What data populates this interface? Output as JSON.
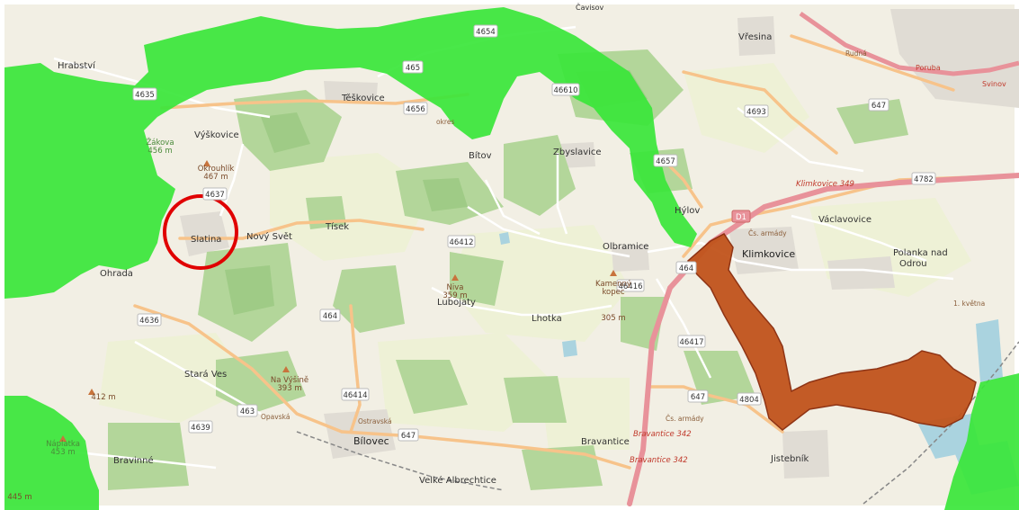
{
  "map": {
    "places": [
      {
        "id": "hrabstvi",
        "label": "Hrabství"
      },
      {
        "id": "vyskovice",
        "label": "Výškovice"
      },
      {
        "id": "teskovice",
        "label": "Těškovice"
      },
      {
        "id": "slatina",
        "label": "Slatina"
      },
      {
        "id": "novy-svet",
        "label": "Nový Svět"
      },
      {
        "id": "tisek",
        "label": "Tísek"
      },
      {
        "id": "bitov",
        "label": "Bítov"
      },
      {
        "id": "zbyslavice",
        "label": "Zbyslavice"
      },
      {
        "id": "vresina",
        "label": "Vřesina"
      },
      {
        "id": "hylov",
        "label": "Hýlov"
      },
      {
        "id": "olbramice",
        "label": "Olbramice"
      },
      {
        "id": "klimkovice",
        "label": "Klimkovice"
      },
      {
        "id": "vaclavovice",
        "label": "Václavovice"
      },
      {
        "id": "polanka1",
        "label": "Polanka nad"
      },
      {
        "id": "polanka2",
        "label": "Odrou"
      },
      {
        "id": "ohrada",
        "label": "Ohrada"
      },
      {
        "id": "lubojaty",
        "label": "Lubojaty"
      },
      {
        "id": "lhotka",
        "label": "Lhotka"
      },
      {
        "id": "stara-ves",
        "label": "Stará Ves"
      },
      {
        "id": "bilovec",
        "label": "Bílovec"
      },
      {
        "id": "bravantice",
        "label": "Bravantice"
      },
      {
        "id": "bravinne",
        "label": "Bravinné"
      },
      {
        "id": "velke-albrechtice",
        "label": "Velké Albrechtice"
      },
      {
        "id": "jistebnik",
        "label": "Jistebník"
      },
      {
        "id": "cavisov",
        "label": "Čavisov"
      }
    ],
    "peaks": [
      {
        "id": "okrouhlik1",
        "label": "Okrouhlík"
      },
      {
        "id": "okrouhlik2",
        "label": "467 m"
      },
      {
        "id": "niva1",
        "label": "Niva"
      },
      {
        "id": "niva2",
        "label": "359 m"
      },
      {
        "id": "kamenny1",
        "label": "Kamenný"
      },
      {
        "id": "kamenny2",
        "label": "kopec"
      },
      {
        "id": "kamenny3",
        "label": "305 m"
      },
      {
        "id": "navysine1",
        "label": "Na Výšině"
      },
      {
        "id": "navysine2",
        "label": "393 m"
      },
      {
        "id": "m412",
        "label": "412 m"
      },
      {
        "id": "m445",
        "label": "445 m"
      },
      {
        "id": "zakova1",
        "label": "Žákova"
      },
      {
        "id": "zakova2",
        "label": "456 m"
      },
      {
        "id": "naplacka1",
        "label": "Náplatka"
      },
      {
        "id": "naplacka2",
        "label": "453 m"
      }
    ],
    "road_numbers": [
      {
        "id": "r4635",
        "label": "4635"
      },
      {
        "id": "r465",
        "label": "465"
      },
      {
        "id": "r4654",
        "label": "4654"
      },
      {
        "id": "r4656",
        "label": "4656"
      },
      {
        "id": "r46610",
        "label": "46610"
      },
      {
        "id": "r4637",
        "label": "4637"
      },
      {
        "id": "r46412",
        "label": "46412"
      },
      {
        "id": "r4657",
        "label": "4657"
      },
      {
        "id": "r4693",
        "label": "4693"
      },
      {
        "id": "r647a",
        "label": "647"
      },
      {
        "id": "r4782",
        "label": "4782"
      },
      {
        "id": "rD1",
        "label": "D1"
      },
      {
        "id": "r464x",
        "label": "464"
      },
      {
        "id": "r46416",
        "label": "46416"
      },
      {
        "id": "r4636",
        "label": "4636"
      },
      {
        "id": "r464",
        "label": "464"
      },
      {
        "id": "r46417",
        "label": "46417"
      },
      {
        "id": "r46414",
        "label": "46414"
      },
      {
        "id": "r647b",
        "label": "647"
      },
      {
        "id": "r4804",
        "label": "4804"
      },
      {
        "id": "r463",
        "label": "463"
      },
      {
        "id": "r4639",
        "label": "4639"
      },
      {
        "id": "r647c",
        "label": "647"
      }
    ],
    "small_labels": [
      {
        "id": "klimkovice-349",
        "label": "Klimkovice 349"
      },
      {
        "id": "bravantice-342a",
        "label": "Bravantice 342"
      },
      {
        "id": "bravantice-342b",
        "label": "Bravantice 342"
      },
      {
        "id": "poruba",
        "label": "Poruba"
      },
      {
        "id": "svinov",
        "label": "Svinov"
      },
      {
        "id": "rudna",
        "label": "Rudná"
      },
      {
        "id": "opavska",
        "label": "Opavská"
      },
      {
        "id": "ostravska",
        "label": "Ostravská"
      },
      {
        "id": "cs-armady1",
        "label": "Čs. armády"
      },
      {
        "id": "cs-armady2",
        "label": "Čs. armády"
      },
      {
        "id": "kvetna",
        "label": "1. května"
      },
      {
        "id": "okres",
        "label": "okres"
      }
    ],
    "colors": {
      "base": "#f2efe4",
      "field": "#eef1d6",
      "forest": "#b3d69a",
      "forest_dark": "#9fcb86",
      "highlight_green": "#39e639",
      "highlight_brown": "#c1541c",
      "highlight_brown_border": "#8a2b0a",
      "road_major": "#e8929a",
      "road_secondary": "#f7c38a",
      "road_minor": "#ffffff",
      "water": "#aad3df",
      "circle": "#e00000"
    }
  }
}
